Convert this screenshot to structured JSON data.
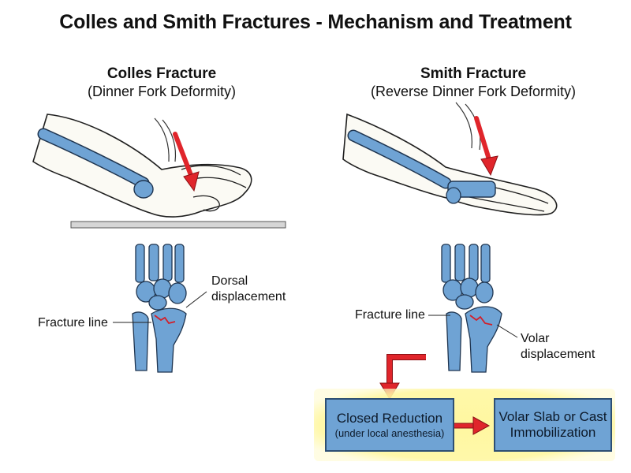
{
  "title": "Colles and Smith Fractures - Mechanism and Treatment",
  "colles": {
    "title": "Colles Fracture",
    "subtitle": "(Dinner Fork Deformity)",
    "displacement_label_line1": "Dorsal",
    "displacement_label_line2": "displacement",
    "fracture_label": "Fracture line"
  },
  "smith": {
    "title": "Smith Fracture",
    "subtitle": "(Reverse Dinner Fork Deformity)",
    "displacement_label_line1": "Volar",
    "displacement_label_line2": "displacement",
    "fracture_label": "Fracture line"
  },
  "treatment": {
    "step1_title": "Closed Reduction",
    "step1_detail": "(under local anesthesia)",
    "step2_line1": "Volar Slab or Cast",
    "step2_line2": "Immobilization"
  },
  "colors": {
    "bone": "#6fa3d4",
    "bone_outline": "#1f3550",
    "arrow": "#e0252b",
    "highlight": "#fff7a0",
    "skin": "#fbfaf4"
  }
}
